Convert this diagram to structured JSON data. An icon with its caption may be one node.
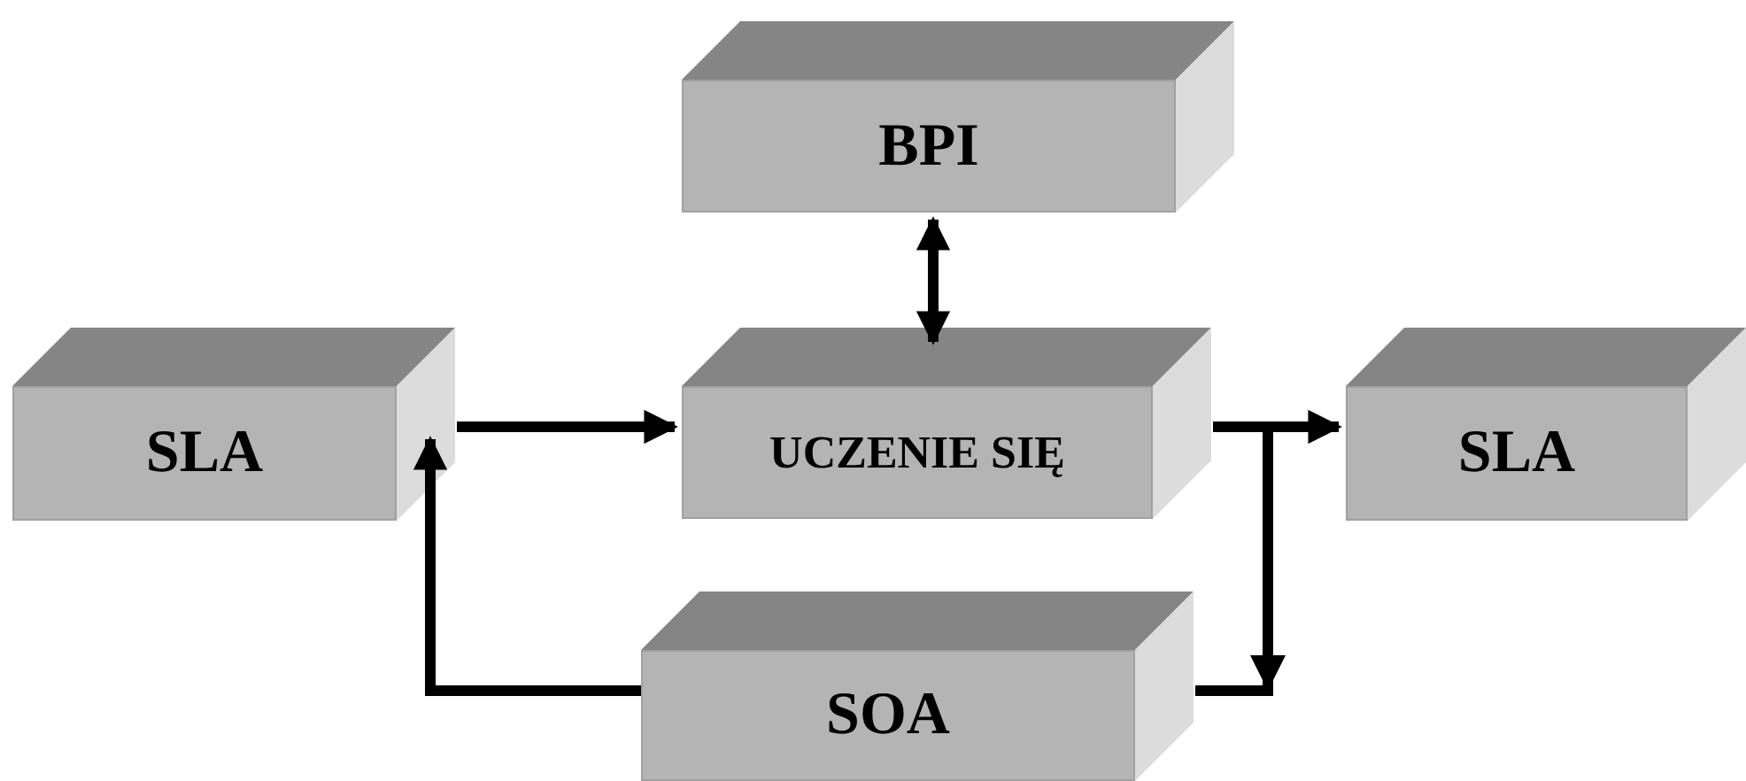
{
  "diagram": {
    "nodes": [
      {
        "text": [
          "BPI"
        ]
      },
      {
        "text": [
          "SLA"
        ]
      },
      {
        "text": [
          "UCZENIE SIĘ"
        ]
      },
      {
        "text": [
          "SLA"
        ]
      },
      {
        "text": [
          "SOA"
        ]
      }
    ],
    "edges": [
      {
        "from": 0,
        "to": 2,
        "arrow": "both"
      },
      {
        "from": 1,
        "to": 2,
        "arrow": "to"
      },
      {
        "from": 2,
        "to": 3,
        "arrow": "to"
      },
      {
        "from": 2,
        "to": 4,
        "arrow": "to"
      },
      {
        "from": 4,
        "to": 1,
        "arrow": "to"
      }
    ]
  }
}
